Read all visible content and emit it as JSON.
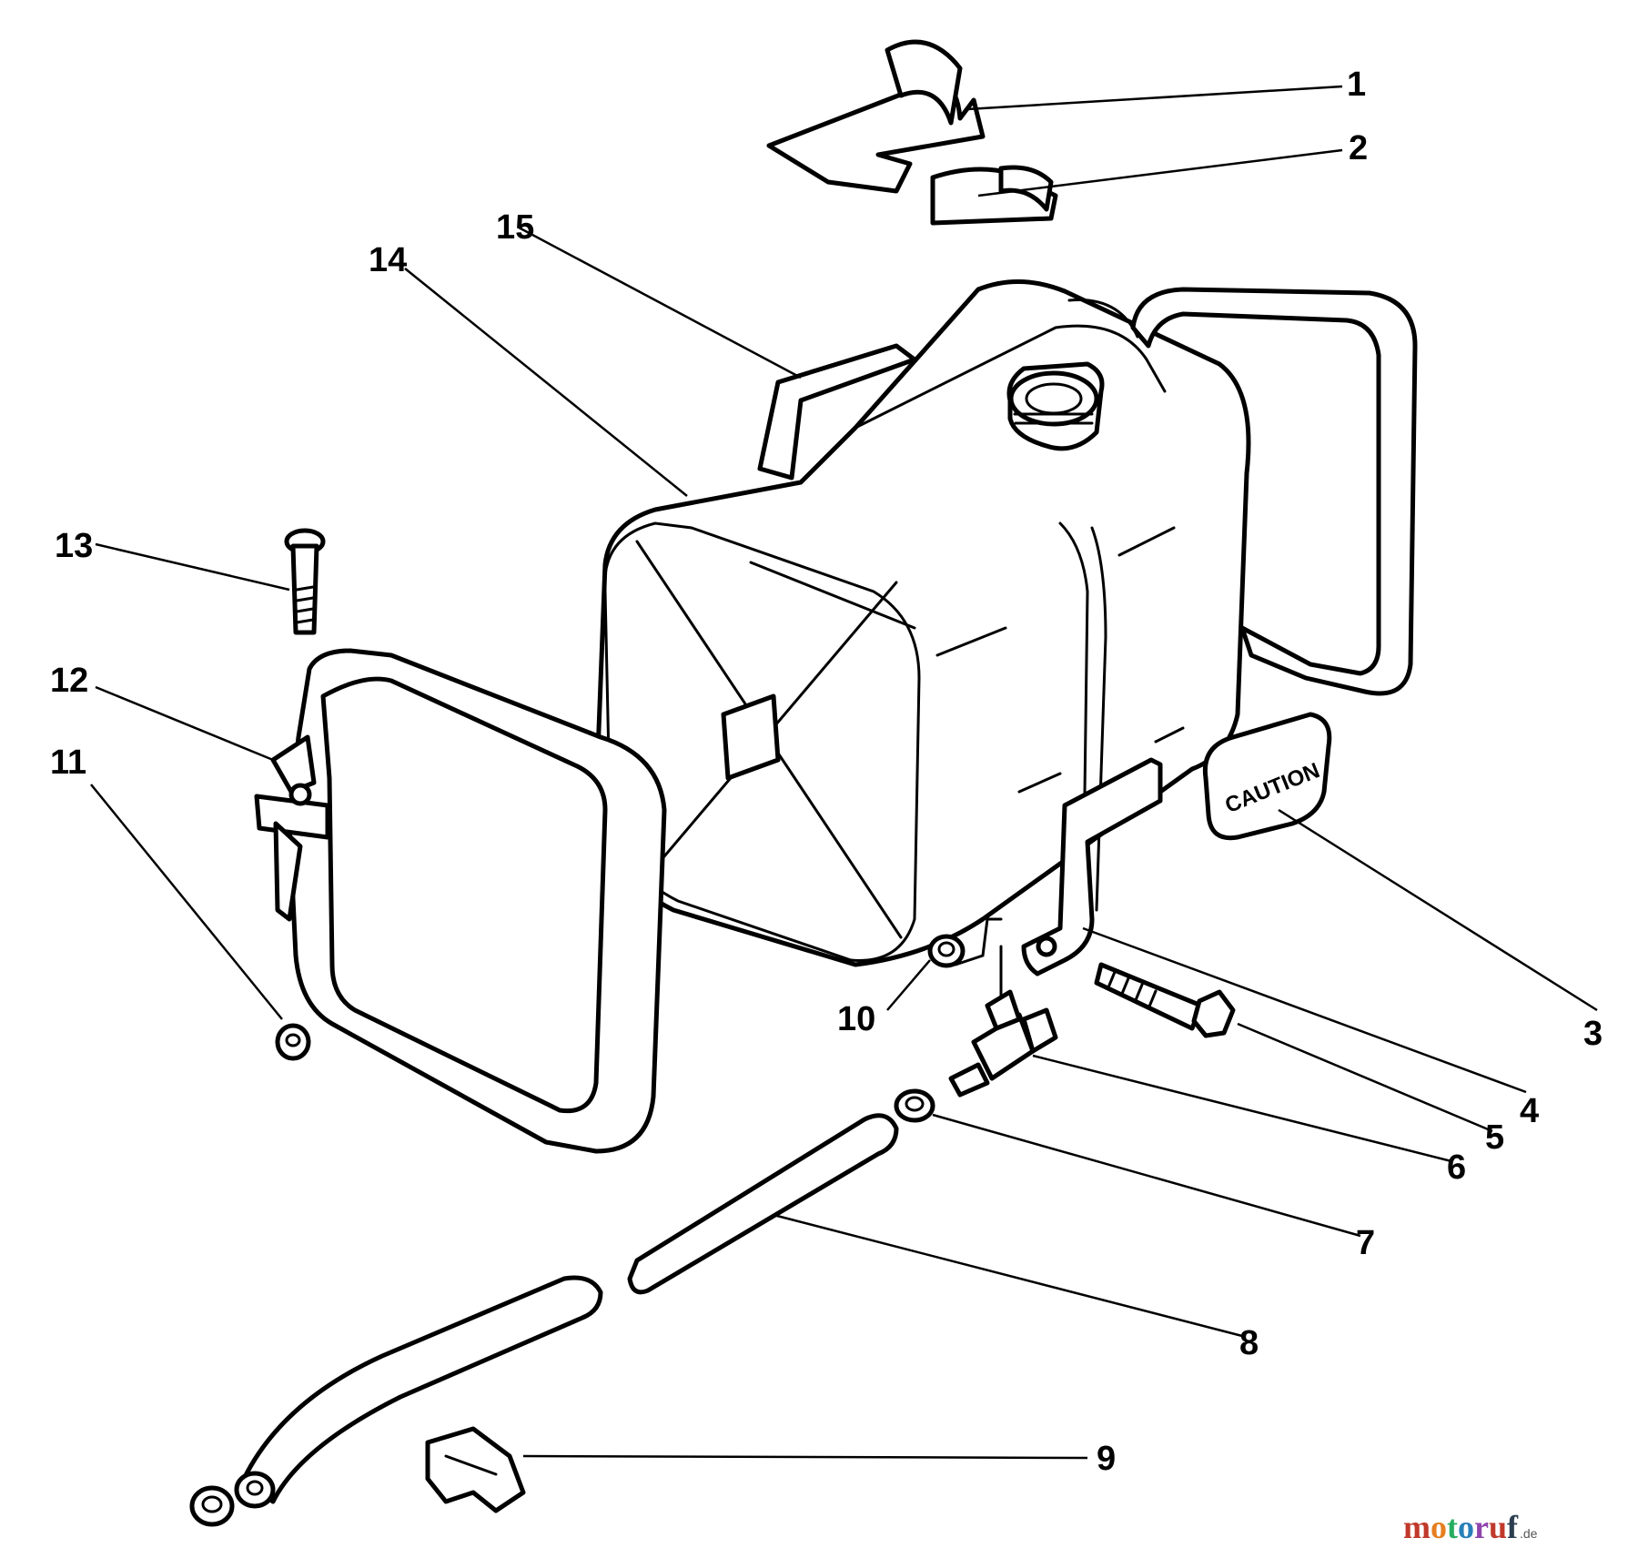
{
  "callouts": [
    {
      "id": "1",
      "label": "1"
    },
    {
      "id": "2",
      "label": "2"
    },
    {
      "id": "3",
      "label": "3"
    },
    {
      "id": "4",
      "label": "4"
    },
    {
      "id": "5",
      "label": "5"
    },
    {
      "id": "6",
      "label": "6"
    },
    {
      "id": "7",
      "label": "7"
    },
    {
      "id": "8",
      "label": "8"
    },
    {
      "id": "9",
      "label": "9"
    },
    {
      "id": "10",
      "label": "10"
    },
    {
      "id": "11",
      "label": "11"
    },
    {
      "id": "12",
      "label": "12"
    },
    {
      "id": "13",
      "label": "13"
    },
    {
      "id": "14",
      "label": "14"
    },
    {
      "id": "15",
      "label": "15"
    }
  ],
  "decal": {
    "text": "CAUTION"
  },
  "watermark": {
    "text": "motoruf",
    "suffix": ".de",
    "colors": [
      "#c0392b",
      "#e67e22",
      "#27ae60",
      "#2980b9",
      "#8e44ad",
      "#c0392b",
      "#2c3e50"
    ]
  }
}
